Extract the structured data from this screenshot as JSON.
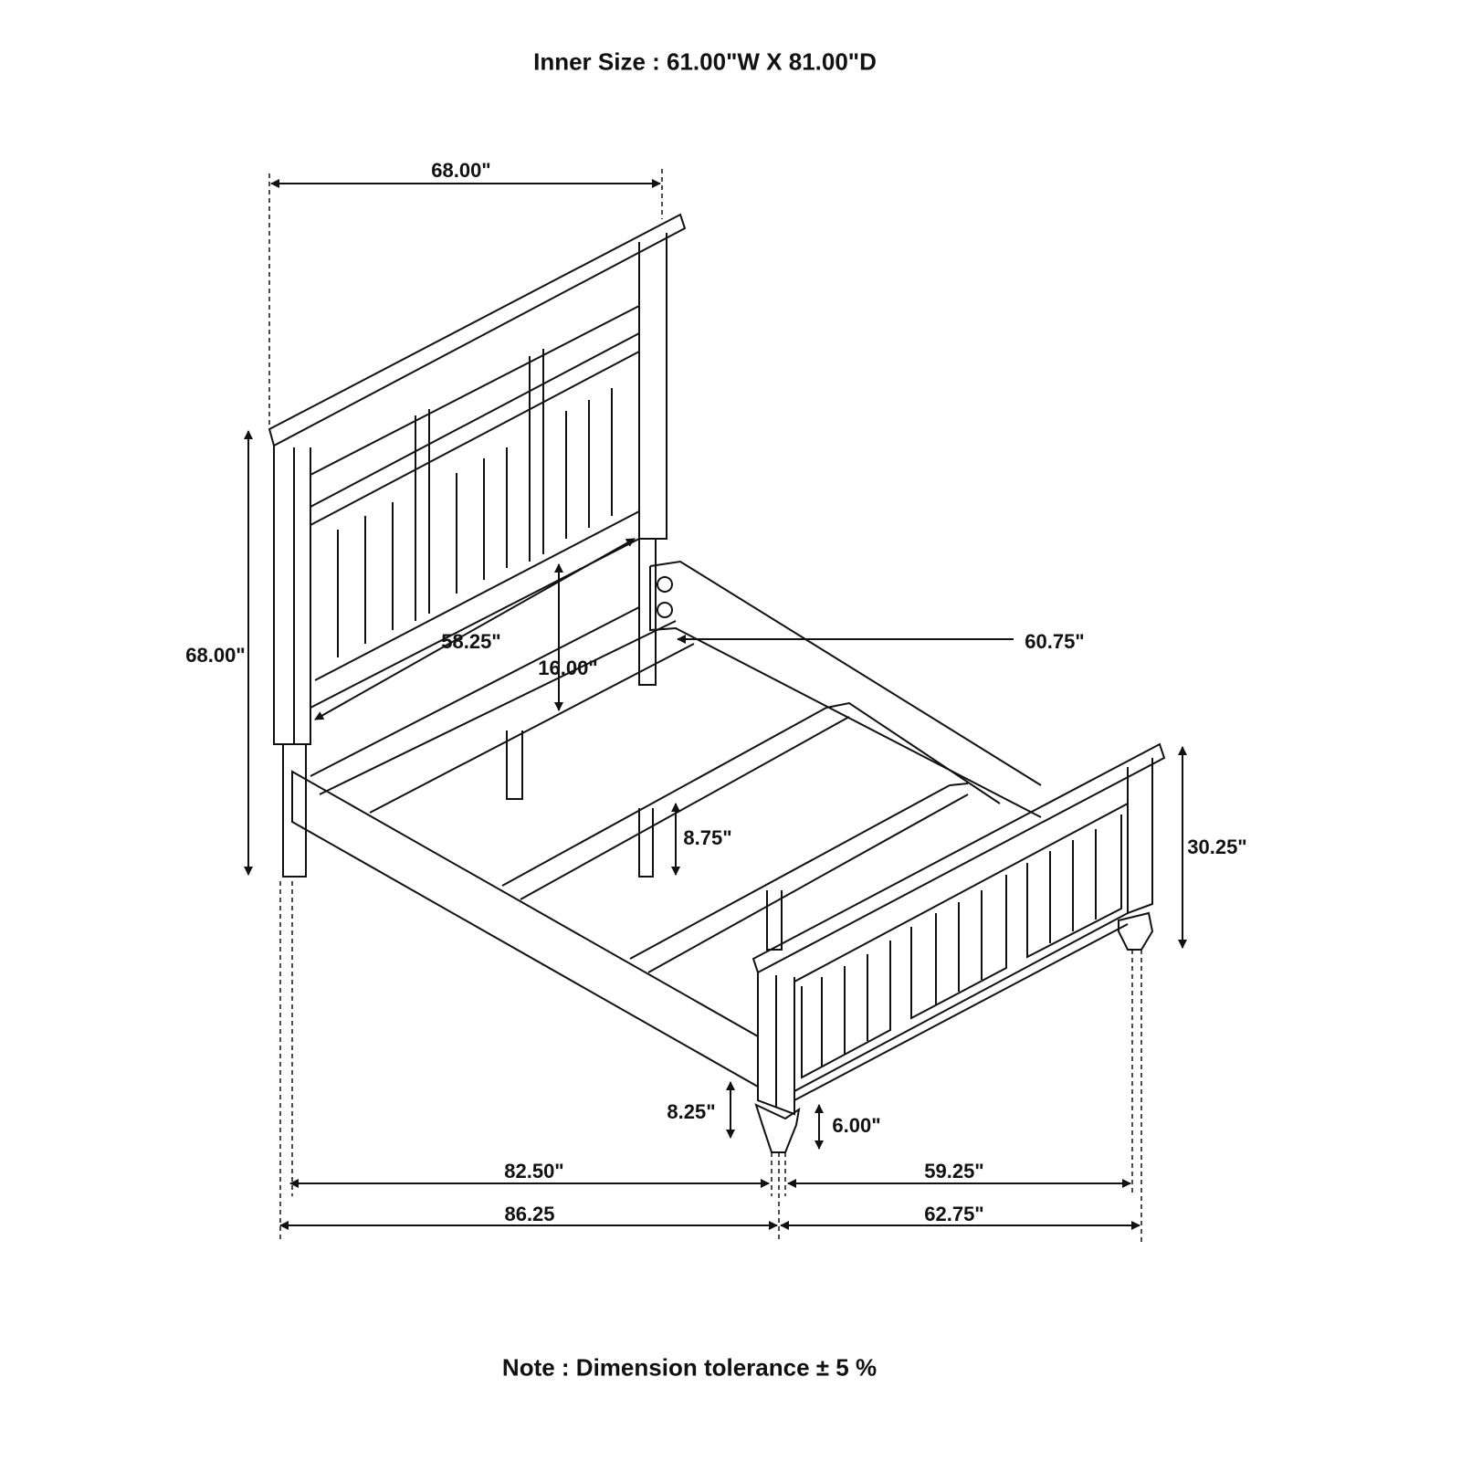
{
  "title": "Inner Size : 61.00\"W X 81.00\"D",
  "note": "Note : Dimension tolerance ± 5 %",
  "dimensions": {
    "headboard_width": "68.00\"",
    "headboard_height": "68.00\"",
    "headboard_inner_width": "58.25\"",
    "rail_clearance": "16.00\"",
    "rail_width": "60.75\"",
    "slat_support_height": "8.75\"",
    "footboard_height": "30.25\"",
    "rail_floor_clearance": "8.25\"",
    "foot_height": "6.00\"",
    "inner_length": "82.50\"",
    "inner_width": "59.25\"",
    "overall_length": "86.25",
    "overall_width": "62.75\""
  }
}
